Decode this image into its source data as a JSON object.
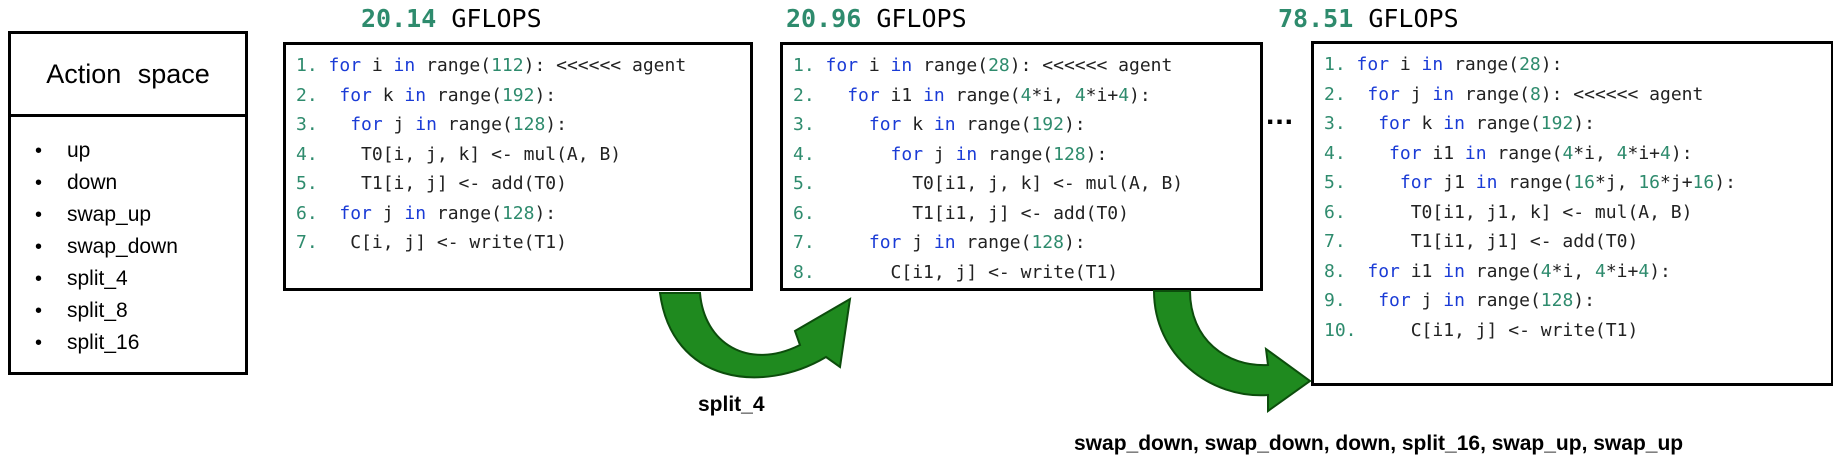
{
  "action_space": {
    "title": "Action space",
    "items": [
      "up",
      "down",
      "swap_up",
      "swap_down",
      "split_4",
      "split_8",
      "split_16"
    ]
  },
  "colors": {
    "keyword": "#1a3bd6",
    "number": "#2e8b6d",
    "arrow": "#1f8a1f",
    "arrow_edge": "#0c4d0c"
  },
  "stages": [
    {
      "gflops_value": "20.14",
      "gflops_unit": "GFLOPS",
      "lines": [
        [
          [
            "ln",
            "1. "
          ],
          [
            "kw",
            "for"
          ],
          [
            "t",
            " i "
          ],
          [
            "kw",
            "in"
          ],
          [
            "t",
            " range("
          ],
          [
            "nm",
            "112"
          ],
          [
            "t",
            "): <<<<<< agent"
          ]
        ],
        [
          [
            "ln",
            "2. "
          ],
          [
            "t",
            " "
          ],
          [
            "kw",
            "for"
          ],
          [
            "t",
            " k "
          ],
          [
            "kw",
            "in"
          ],
          [
            "t",
            " range("
          ],
          [
            "nm",
            "192"
          ],
          [
            "t",
            "):"
          ]
        ],
        [
          [
            "ln",
            "3. "
          ],
          [
            "t",
            "  "
          ],
          [
            "kw",
            "for"
          ],
          [
            "t",
            " j "
          ],
          [
            "kw",
            "in"
          ],
          [
            "t",
            " range("
          ],
          [
            "nm",
            "128"
          ],
          [
            "t",
            "):"
          ]
        ],
        [
          [
            "ln",
            "4. "
          ],
          [
            "t",
            "   T0[i, j, k] <- mul(A, B)"
          ]
        ],
        [
          [
            "ln",
            "5. "
          ],
          [
            "t",
            "   T1[i, j] <- add(T0)"
          ]
        ],
        [
          [
            "ln",
            "6. "
          ],
          [
            "t",
            " "
          ],
          [
            "kw",
            "for"
          ],
          [
            "t",
            " j "
          ],
          [
            "kw",
            "in"
          ],
          [
            "t",
            " range("
          ],
          [
            "nm",
            "128"
          ],
          [
            "t",
            "):"
          ]
        ],
        [
          [
            "ln",
            "7. "
          ],
          [
            "t",
            "  C[i, j] <- write(T1)"
          ]
        ]
      ]
    },
    {
      "gflops_value": "20.96",
      "gflops_unit": "GFLOPS",
      "lines": [
        [
          [
            "ln",
            "1. "
          ],
          [
            "kw",
            "for"
          ],
          [
            "t",
            " i "
          ],
          [
            "kw",
            "in"
          ],
          [
            "t",
            " range("
          ],
          [
            "nm",
            "28"
          ],
          [
            "t",
            "): <<<<<< agent"
          ]
        ],
        [
          [
            "ln",
            "2. "
          ],
          [
            "t",
            "  "
          ],
          [
            "kw",
            "for"
          ],
          [
            "t",
            " i1 "
          ],
          [
            "kw",
            "in"
          ],
          [
            "t",
            " range("
          ],
          [
            "nm",
            "4"
          ],
          [
            "t",
            "*i, "
          ],
          [
            "nm",
            "4"
          ],
          [
            "t",
            "*i+"
          ],
          [
            "nm",
            "4"
          ],
          [
            "t",
            "):"
          ]
        ],
        [
          [
            "ln",
            "3. "
          ],
          [
            "t",
            "    "
          ],
          [
            "kw",
            "for"
          ],
          [
            "t",
            " k "
          ],
          [
            "kw",
            "in"
          ],
          [
            "t",
            " range("
          ],
          [
            "nm",
            "192"
          ],
          [
            "t",
            "):"
          ]
        ],
        [
          [
            "ln",
            "4. "
          ],
          [
            "t",
            "      "
          ],
          [
            "kw",
            "for"
          ],
          [
            "t",
            " j "
          ],
          [
            "kw",
            "in"
          ],
          [
            "t",
            " range("
          ],
          [
            "nm",
            "128"
          ],
          [
            "t",
            "):"
          ]
        ],
        [
          [
            "ln",
            "5. "
          ],
          [
            "t",
            "        T0[i1, j, k] <- mul(A, B)"
          ]
        ],
        [
          [
            "ln",
            "6. "
          ],
          [
            "t",
            "        T1[i1, j] <- add(T0)"
          ]
        ],
        [
          [
            "ln",
            "7. "
          ],
          [
            "t",
            "    "
          ],
          [
            "kw",
            "for"
          ],
          [
            "t",
            " j "
          ],
          [
            "kw",
            "in"
          ],
          [
            "t",
            " range("
          ],
          [
            "nm",
            "128"
          ],
          [
            "t",
            "):"
          ]
        ],
        [
          [
            "ln",
            "8. "
          ],
          [
            "t",
            "      C[i1, j] <- write(T1)"
          ]
        ]
      ]
    },
    {
      "gflops_value": "78.51",
      "gflops_unit": "GFLOPS",
      "lines": [
        [
          [
            "ln",
            "1. "
          ],
          [
            "kw",
            "for"
          ],
          [
            "t",
            " i "
          ],
          [
            "kw",
            "in"
          ],
          [
            "t",
            " range("
          ],
          [
            "nm",
            "28"
          ],
          [
            "t",
            "):"
          ]
        ],
        [
          [
            "ln",
            "2. "
          ],
          [
            "t",
            " "
          ],
          [
            "kw",
            "for"
          ],
          [
            "t",
            " j "
          ],
          [
            "kw",
            "in"
          ],
          [
            "t",
            " range("
          ],
          [
            "nm",
            "8"
          ],
          [
            "t",
            "): <<<<<< agent"
          ]
        ],
        [
          [
            "ln",
            "3. "
          ],
          [
            "t",
            "  "
          ],
          [
            "kw",
            "for"
          ],
          [
            "t",
            " k "
          ],
          [
            "kw",
            "in"
          ],
          [
            "t",
            " range("
          ],
          [
            "nm",
            "192"
          ],
          [
            "t",
            "):"
          ]
        ],
        [
          [
            "ln",
            "4. "
          ],
          [
            "t",
            "   "
          ],
          [
            "kw",
            "for"
          ],
          [
            "t",
            " i1 "
          ],
          [
            "kw",
            "in"
          ],
          [
            "t",
            " range("
          ],
          [
            "nm",
            "4"
          ],
          [
            "t",
            "*i, "
          ],
          [
            "nm",
            "4"
          ],
          [
            "t",
            "*i+"
          ],
          [
            "nm",
            "4"
          ],
          [
            "t",
            "):"
          ]
        ],
        [
          [
            "ln",
            "5. "
          ],
          [
            "t",
            "    "
          ],
          [
            "kw",
            "for"
          ],
          [
            "t",
            " j1 "
          ],
          [
            "kw",
            "in"
          ],
          [
            "t",
            " range("
          ],
          [
            "nm",
            "16"
          ],
          [
            "t",
            "*j, "
          ],
          [
            "nm",
            "16"
          ],
          [
            "t",
            "*j+"
          ],
          [
            "nm",
            "16"
          ],
          [
            "t",
            "):"
          ]
        ],
        [
          [
            "ln",
            "6. "
          ],
          [
            "t",
            "     T0[i1, j1, k] <- mul(A, B)"
          ]
        ],
        [
          [
            "ln",
            "7. "
          ],
          [
            "t",
            "     T1[i1, j1] <- add(T0)"
          ]
        ],
        [
          [
            "ln",
            "8. "
          ],
          [
            "t",
            " "
          ],
          [
            "kw",
            "for"
          ],
          [
            "t",
            " i1 "
          ],
          [
            "kw",
            "in"
          ],
          [
            "t",
            " range("
          ],
          [
            "nm",
            "4"
          ],
          [
            "t",
            "*i, "
          ],
          [
            "nm",
            "4"
          ],
          [
            "t",
            "*i+"
          ],
          [
            "nm",
            "4"
          ],
          [
            "t",
            "):"
          ]
        ],
        [
          [
            "ln",
            "9. "
          ],
          [
            "t",
            "  "
          ],
          [
            "kw",
            "for"
          ],
          [
            "t",
            " j "
          ],
          [
            "kw",
            "in"
          ],
          [
            "t",
            " range("
          ],
          [
            "nm",
            "128"
          ],
          [
            "t",
            "):"
          ]
        ],
        [
          [
            "ln",
            "10."
          ],
          [
            "t",
            "     C[i1, j] <- write(T1)"
          ]
        ]
      ]
    }
  ],
  "transitions": [
    {
      "label": "split_4"
    },
    {
      "label": "swap_down, swap_down, down, split_16, swap_up, swap_up"
    }
  ],
  "ellipsis": "..."
}
